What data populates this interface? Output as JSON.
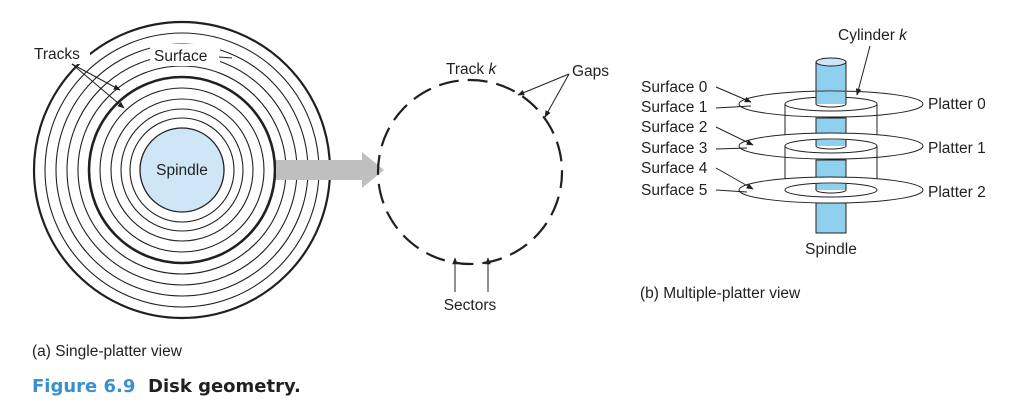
{
  "single_platter": {
    "tracks_label": "Tracks",
    "surface_label": "Surface",
    "spindle_label": "Spindle",
    "caption": "(a) Single-platter view"
  },
  "track_view": {
    "track_label": "Track ",
    "track_var": "k",
    "gaps_label": "Gaps",
    "sectors_label": "Sectors"
  },
  "multi_platter": {
    "cylinder_label": "Cylinder ",
    "cylinder_var": "k",
    "surfaces": [
      "Surface 0",
      "Surface 1",
      "Surface 2",
      "Surface 3",
      "Surface 4",
      "Surface 5"
    ],
    "platters": [
      "Platter 0",
      "Platter 1",
      "Platter 2"
    ],
    "spindle_label": "Spindle",
    "caption": "(b) Multiple-platter view"
  },
  "figure": {
    "number": "Figure 6.9",
    "title": "Disk geometry."
  },
  "colors": {
    "spindle_fill": "#cfe6f7",
    "cylinder_fill": "#8fd0ee",
    "arrow_gray": "#bfbfbf",
    "accent_blue": "#3a8fd0"
  }
}
